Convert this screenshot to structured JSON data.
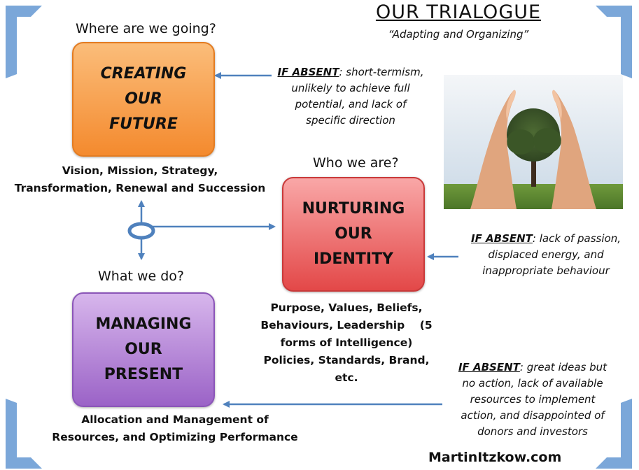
{
  "header": {
    "title": "OUR TRIALOGUE",
    "subtitle": "“Adapting and Organizing”"
  },
  "questions": {
    "future": "Where are we going?",
    "identity": "Who we are?",
    "present": "What we do?"
  },
  "boxes": {
    "future": "CREATING\nOUR\nFUTURE",
    "identity": "NURTURING\nOUR\nIDENTITY",
    "present": "MANAGING\nOUR\nPRESENT"
  },
  "descriptions": {
    "future_1": "Vision, Mission, Strategy,",
    "future_2": "Transformation, Renewal and Succession",
    "identity_1": "Purpose, Values, Beliefs,",
    "identity_2": "Behaviours, Leadership    (5",
    "identity_3": "forms of Intelligence)",
    "identity_4": "Policies, Standards, Brand,",
    "identity_5": "etc.",
    "present_1": "Allocation and Management of",
    "present_2": "Resources, and Optimizing Performance"
  },
  "if_absent": {
    "label": "IF ABSENT",
    "future_1": ": short-termism,",
    "future_2": "unlikely to achieve full",
    "future_3": "potential, and lack of",
    "future_4": "specific direction",
    "identity_1": ": lack of passion,",
    "identity_2": "displaced energy, and",
    "identity_3": "inappropriate behaviour",
    "present_1": ": great ideas but",
    "present_2": "no action, lack of available",
    "present_3": "resources to implement",
    "present_4": "action, and disappointed of",
    "present_5": "donors and investors"
  },
  "footer": {
    "site": "MartinItzkow.com"
  },
  "colors": {
    "accent_blue": "#4f81bd",
    "future_box": "#f48a2e",
    "identity_box": "#e34848",
    "present_box": "#9b63c7"
  }
}
